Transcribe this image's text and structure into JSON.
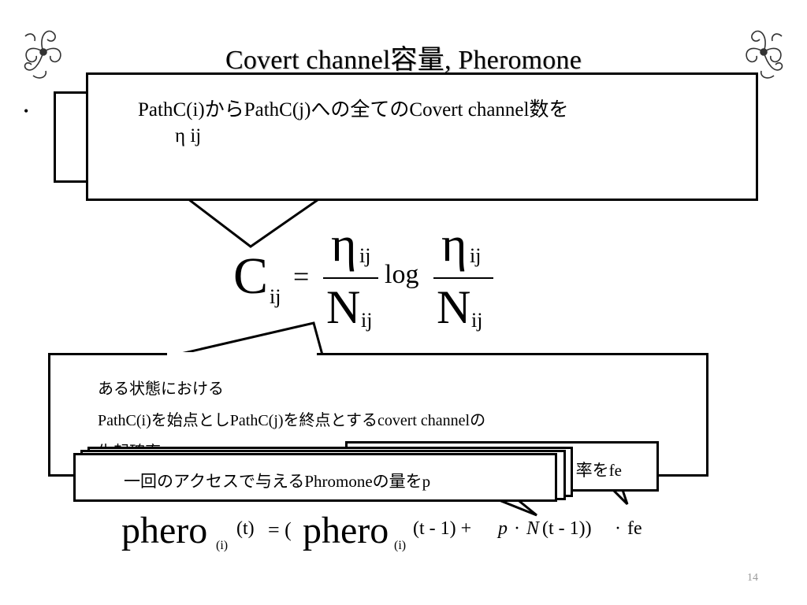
{
  "slide": {
    "title": "Covert channel容量, Pheromone",
    "bullet_marker": "•",
    "page_number": "14",
    "ornament_icon_name": "flourish-ornament-icon"
  },
  "callouts": {
    "eta_def": {
      "line1": "PathC(i)からPathC(j)への全てのCovert channel数を",
      "line2": "η ij"
    },
    "state_prob": {
      "line1": "ある状態における",
      "line2": "PathC(i)を始点としPathC(j)を終点とするcovert channelの",
      "line3": "生起確率 η ij /Nij"
    },
    "fe_box": {
      "text": "率をfe"
    },
    "p_def": {
      "text": "一回のアクセスで与えるPhromoneの量をp"
    }
  },
  "formula_c": {
    "lhs": "C",
    "lhs_sub": "ij",
    "equals": "=",
    "num1": "η",
    "num1_sub": "ij",
    "den1": "N",
    "den1_sub": "ij",
    "log": "log",
    "num2": "η",
    "num2_sub": "ij",
    "den2": "N",
    "den2_sub": "ij"
  },
  "formula_phero": {
    "lhs": "phero",
    "lhs_sub": "(i)",
    "lhs_arg": "(t)",
    "equals": "= (",
    "rhs_phero": "phero",
    "rhs_sub": "(i)",
    "rhs_arg": "(t - 1) +",
    "p": "p",
    "dot1": "·",
    "n": "N",
    "n_arg": "(t - 1))",
    "dot2": "·",
    "fe": "fe"
  }
}
